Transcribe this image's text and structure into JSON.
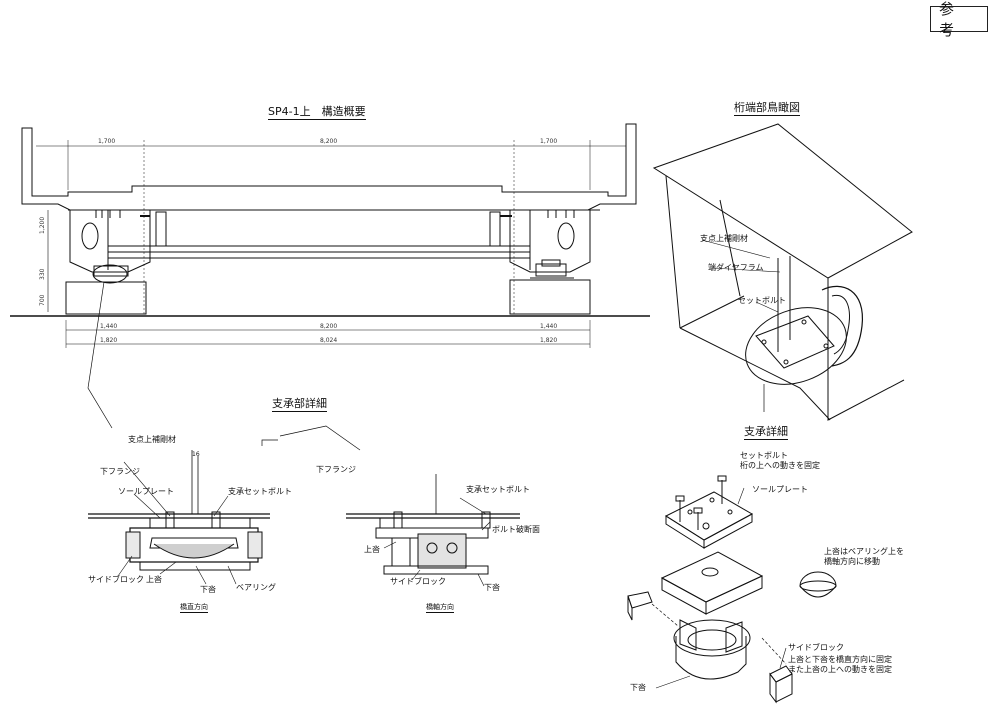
{
  "stamp": "参 考",
  "structure": {
    "title": "SP4-1上　構造概要",
    "dims_top": [
      "1,700",
      "8,200",
      "1,700"
    ],
    "dims_left": [
      "1,200",
      "330",
      "700"
    ],
    "dims_bottom_1": [
      "1,440",
      "8,200",
      "1,440"
    ],
    "dims_bottom_2": [
      "1,820",
      "8,024",
      "1,820"
    ]
  },
  "bird_view": {
    "title": "桁端部鳥瞰図",
    "labels": {
      "stiffener": "支点上補剛材",
      "diaphragm": "端ダイヤフラム",
      "set_bolt": "セットボルト"
    }
  },
  "bearing_detail": {
    "title": "支承部詳細",
    "left": {
      "caption": "橋直方向",
      "labels": {
        "stiffener": "支点上補剛材",
        "lower_flange": "下フランジ",
        "sole_plate": "ソールプレート",
        "set_bolt": "支承セットボルト",
        "side_block": "サイドブロック",
        "upper_shoe": "上沓",
        "lower_shoe": "下沓",
        "bearing": "ベアリング",
        "dim_16": "16"
      }
    },
    "right": {
      "caption": "橋軸方向",
      "labels": {
        "lower_flange": "下フランジ",
        "set_bolt": "支承セットボルト",
        "bolt_section": "ボルト破断面",
        "upper_shoe": "上沓",
        "side_block": "サイドブロック",
        "lower_shoe": "下沓"
      }
    }
  },
  "support_detail": {
    "title": "支承詳細",
    "labels": {
      "set_bolt": "セットボルト",
      "set_bolt_note": "桁の上への動きを固定",
      "sole_plate": "ソールプレート",
      "upper_shoe_note_1": "上沓はベアリング上を",
      "upper_shoe_note_2": "橋軸方向に移動",
      "side_block": "サイドブロック",
      "side_block_note_1": "上沓と下沓を橋直方向に固定",
      "side_block_note_2": "また上沓の上への動きを固定",
      "lower_shoe": "下沓"
    }
  }
}
